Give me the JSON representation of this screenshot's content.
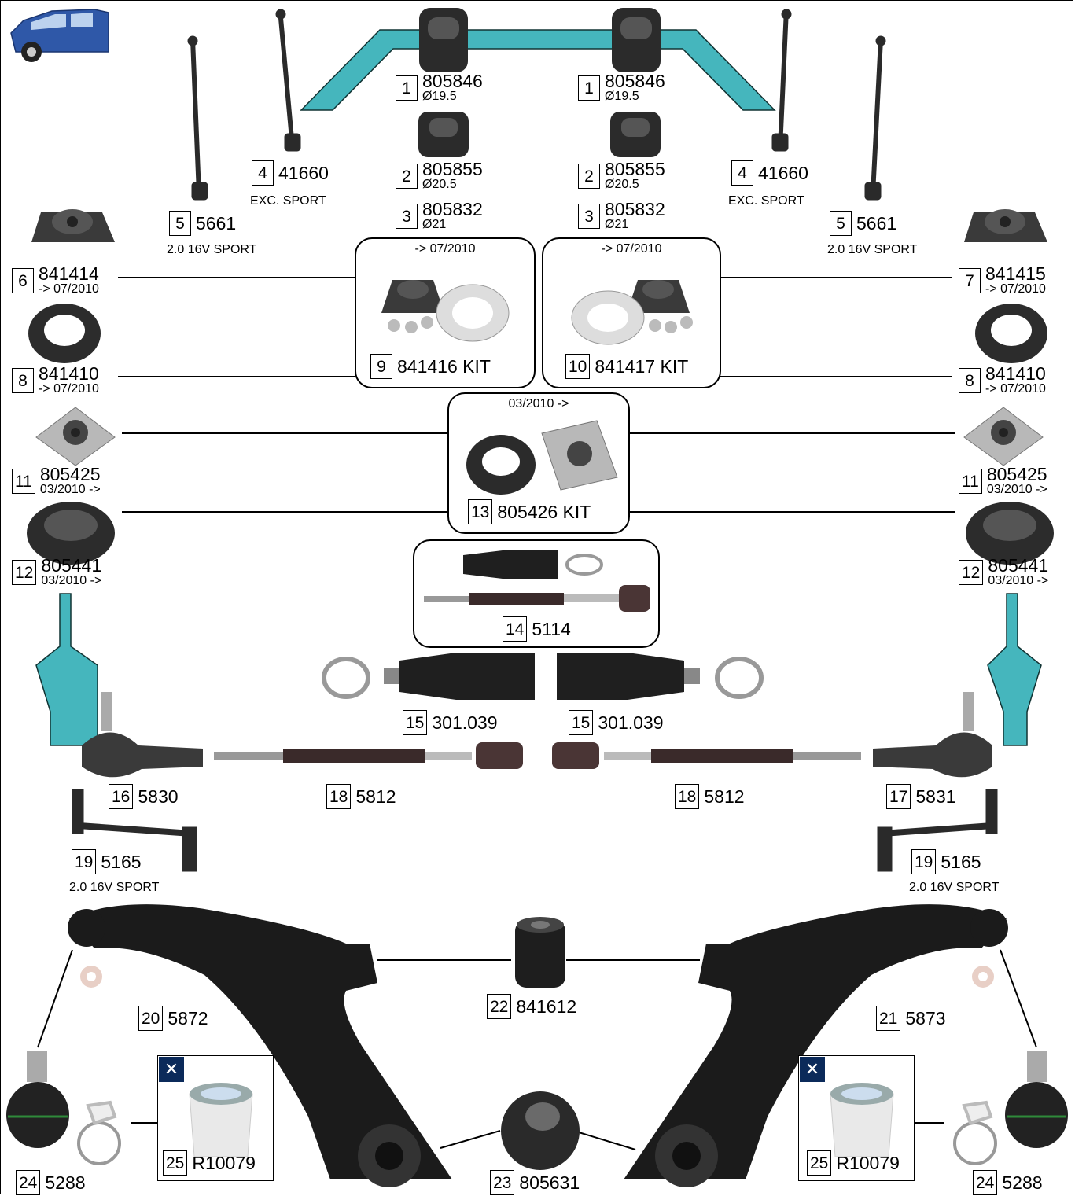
{
  "colors": {
    "accent": "#45b6bd",
    "part_dark": "#2a2a2a",
    "kit_border": "#000000",
    "tool_badge": "#0b2a5a"
  },
  "icons": {
    "car": "car-icon",
    "tool": "wrench-screwdriver-icon"
  },
  "parts": {
    "p1_left": {
      "num": "1",
      "code": "805846",
      "note": "Ø19.5"
    },
    "p1_right": {
      "num": "1",
      "code": "805846",
      "note": "Ø19.5"
    },
    "p2_left": {
      "num": "2",
      "code": "805855",
      "note": "Ø20.5"
    },
    "p2_right": {
      "num": "2",
      "code": "805855",
      "note": "Ø20.5"
    },
    "p3_left": {
      "num": "3",
      "code": "805832",
      "note": "Ø21"
    },
    "p3_right": {
      "num": "3",
      "code": "805832",
      "note": "Ø21"
    },
    "p4_left": {
      "num": "4",
      "code": "41660",
      "note": "EXC. SPORT"
    },
    "p4_right": {
      "num": "4",
      "code": "41660",
      "note": "EXC. SPORT"
    },
    "p5_left": {
      "num": "5",
      "code": "5661",
      "note": "2.0 16V SPORT"
    },
    "p5_right": {
      "num": "5",
      "code": "5661",
      "note": "2.0 16V SPORT"
    },
    "p6": {
      "num": "6",
      "code": "841414",
      "note": "-> 07/2010"
    },
    "p7": {
      "num": "7",
      "code": "841415",
      "note": "-> 07/2010"
    },
    "p8_left": {
      "num": "8",
      "code": "841410",
      "note": "-> 07/2010"
    },
    "p8_right": {
      "num": "8",
      "code": "841410",
      "note": "-> 07/2010"
    },
    "p9": {
      "num": "9",
      "code": "841416 KIT",
      "note": "-> 07/2010"
    },
    "p10": {
      "num": "10",
      "code": "841417 KIT",
      "note": "-> 07/2010"
    },
    "p11_left": {
      "num": "11",
      "code": "805425",
      "note": "03/2010 ->"
    },
    "p11_right": {
      "num": "11",
      "code": "805425",
      "note": "03/2010 ->"
    },
    "p12_left": {
      "num": "12",
      "code": "805441",
      "note": "03/2010 ->"
    },
    "p12_right": {
      "num": "12",
      "code": "805441",
      "note": "03/2010 ->"
    },
    "p13": {
      "num": "13",
      "code": "805426 KIT",
      "note": "03/2010 ->"
    },
    "p14": {
      "num": "14",
      "code": "5114"
    },
    "p15_left": {
      "num": "15",
      "code": "301.039"
    },
    "p15_right": {
      "num": "15",
      "code": "301.039"
    },
    "p16": {
      "num": "16",
      "code": "5830"
    },
    "p17": {
      "num": "17",
      "code": "5831"
    },
    "p18_left": {
      "num": "18",
      "code": "5812"
    },
    "p18_right": {
      "num": "18",
      "code": "5812"
    },
    "p19_left": {
      "num": "19",
      "code": "5165",
      "note": "2.0 16V SPORT"
    },
    "p19_right": {
      "num": "19",
      "code": "5165",
      "note": "2.0 16V SPORT"
    },
    "p20": {
      "num": "20",
      "code": "5872"
    },
    "p21": {
      "num": "21",
      "code": "5873"
    },
    "p22": {
      "num": "22",
      "code": "841612"
    },
    "p23": {
      "num": "23",
      "code": "805631"
    },
    "p24_left": {
      "num": "24",
      "code": "5288"
    },
    "p24_right": {
      "num": "24",
      "code": "5288"
    },
    "p25_left": {
      "num": "25",
      "code": "R10079"
    },
    "p25_right": {
      "num": "25",
      "code": "R10079"
    }
  }
}
